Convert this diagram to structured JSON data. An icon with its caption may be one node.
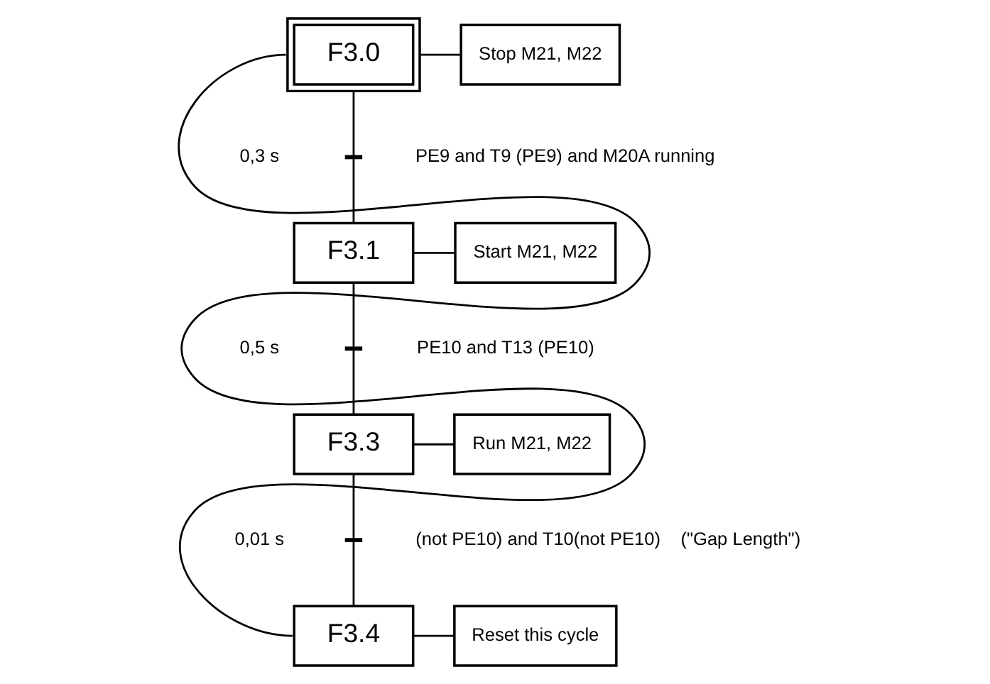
{
  "diagram": {
    "nodes": [
      {
        "text": [
          "F3.0"
        ]
      },
      {
        "text": [
          "Stop M21, M22"
        ]
      },
      {
        "text": [],
        "shape": "bar",
        "beside": [
          "0,3 s",
          "PE9 and T9 (PE9) and M20A running"
        ]
      },
      {
        "text": [
          "F3.1"
        ]
      },
      {
        "text": [
          "Start M21, M22"
        ]
      },
      {
        "text": [],
        "shape": "bar",
        "beside": [
          "0,5 s",
          "PE10 and T13 (PE10)"
        ]
      },
      {
        "text": [
          "F3.3"
        ]
      },
      {
        "text": [
          "Run M21, M22"
        ]
      },
      {
        "text": [],
        "shape": "bar",
        "beside": [
          "0,01 s",
          "(not PE10) and T10(not PE10)    (\"Gap Length\")"
        ]
      },
      {
        "text": [
          "F3.4"
        ]
      },
      {
        "text": [
          "Reset this cycle"
        ]
      }
    ],
    "edges": [
      {
        "from": 0,
        "to": 1,
        "arrow": "none"
      },
      {
        "from": 0,
        "to": 2,
        "arrow": "none"
      },
      {
        "from": 2,
        "to": 3,
        "arrow": "none"
      },
      {
        "from": 3,
        "to": 4,
        "arrow": "none"
      },
      {
        "from": 3,
        "to": 5,
        "arrow": "none"
      },
      {
        "from": 5,
        "to": 6,
        "arrow": "none"
      },
      {
        "from": 6,
        "to": 7,
        "arrow": "none"
      },
      {
        "from": 6,
        "to": 8,
        "arrow": "none"
      },
      {
        "from": 8,
        "to": 9,
        "arrow": "none"
      },
      {
        "from": 9,
        "to": 10,
        "arrow": "none"
      },
      {
        "from": 9,
        "to": 0,
        "arrow": "none"
      }
    ]
  }
}
